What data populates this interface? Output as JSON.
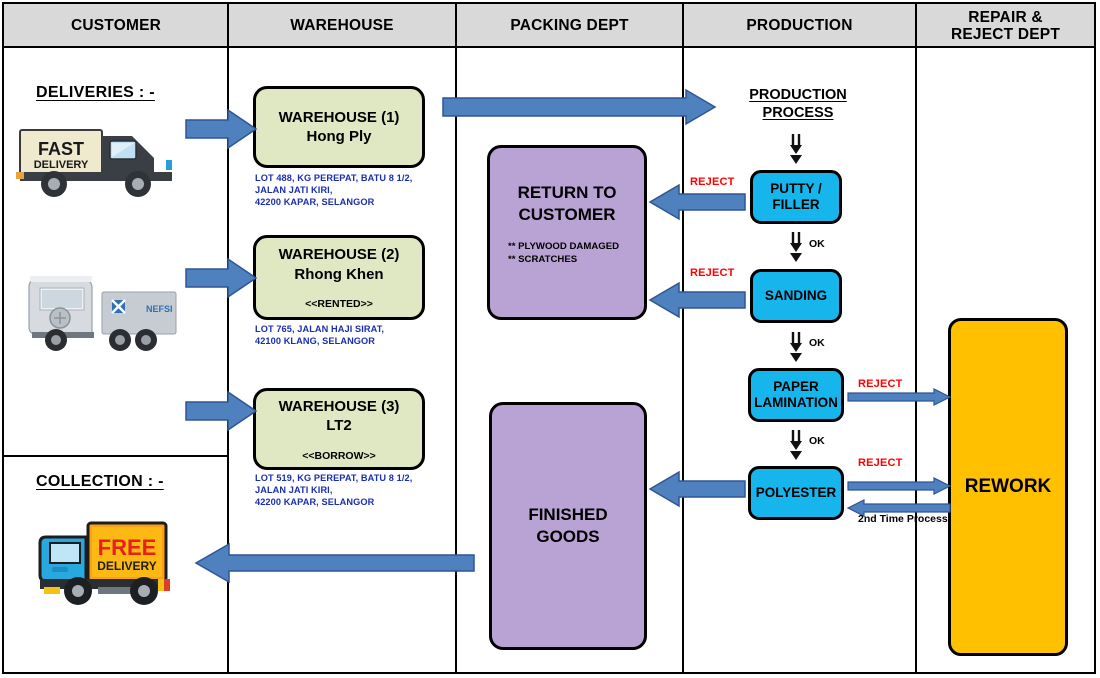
{
  "columns": [
    {
      "id": "customer",
      "label": "CUSTOMER"
    },
    {
      "id": "warehouse",
      "label": "WAREHOUSE"
    },
    {
      "id": "packing",
      "label": "PACKING DEPT"
    },
    {
      "id": "production",
      "label": "PRODUCTION"
    },
    {
      "id": "repair",
      "label": "REPAIR &\nREJECT DEPT"
    }
  ],
  "customer": {
    "deliveries_title": "DELIVERIES : -",
    "collection_title": "COLLECTION : -",
    "trucks": [
      {
        "name": "fast-delivery-truck",
        "line1": "FAST",
        "line2": "DELIVERY"
      },
      {
        "name": "semi-trailer-truck",
        "line1": "",
        "line2": ""
      },
      {
        "name": "free-delivery-truck",
        "line1": "FREE",
        "line2": "DELIVERY"
      }
    ]
  },
  "warehouses": [
    {
      "title_line1": "WAREHOUSE (1)",
      "title_line2": "Hong Ply",
      "tag": "",
      "address": "LOT 488, KG PEREPAT, BATU 8 1/2,\nJALAN JATI KIRI,\n42200 KAPAR, SELANGOR"
    },
    {
      "title_line1": "WAREHOUSE (2)",
      "title_line2": "Rhong Khen",
      "tag": "<<RENTED>>",
      "address": "LOT 765, JALAN HAJI SIRAT,\n42100 KLANG, SELANGOR"
    },
    {
      "title_line1": "WAREHOUSE (3)",
      "title_line2": "LT2",
      "tag": "<<BORROW>>",
      "address": "LOT 519, KG PEREPAT, BATU 8 1/2,\nJALAN JATI KIRI,\n42200 KAPAR, SELANGOR"
    }
  ],
  "packing": {
    "return_box": {
      "title_line1": "RETURN TO",
      "title_line2": "CUSTOMER",
      "notes": "** PLYWOOD DAMAGED\n** SCRATCHES"
    },
    "finished_box": {
      "title_line1": "FINISHED",
      "title_line2": "GOODS"
    }
  },
  "production": {
    "title_line1": "PRODUCTION",
    "title_line2": "PROCESS",
    "steps": [
      {
        "id": "putty",
        "line1": "PUTTY /",
        "line2": "FILLER"
      },
      {
        "id": "sanding",
        "line1": "SANDING",
        "line2": ""
      },
      {
        "id": "paper-lamination",
        "line1": "PAPER",
        "line2": "LAMINATION"
      },
      {
        "id": "polyester",
        "line1": "POLYESTER",
        "line2": ""
      }
    ],
    "ok_label": "OK"
  },
  "repair": {
    "rework_label": "REWORK"
  },
  "labels": {
    "reject": "REJECT",
    "second_time_process": "2nd Time Process"
  },
  "colors": {
    "header_band": "#d9d9d9",
    "warehouse_box": "#dfe8c2",
    "packing_box": "#b9a3d4",
    "production_box": "#16b5ec",
    "rework_box": "#ffc000",
    "arrow_fill": "#4e81bd",
    "arrow_stroke": "#2f5597",
    "reject_text": "#ff0000",
    "address_text": "#1a2fb0"
  }
}
